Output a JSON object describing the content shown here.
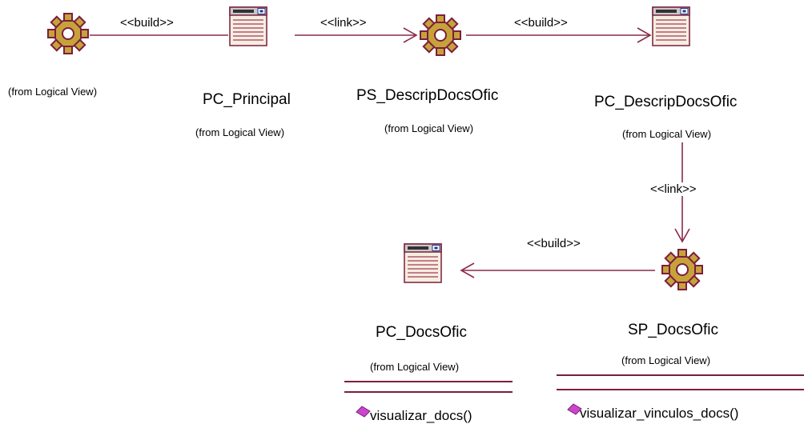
{
  "nodes": [
    {
      "id": "gear-top-left",
      "kind": "server-page",
      "name": "",
      "package": "(from Logical View)"
    },
    {
      "id": "pc-principal",
      "kind": "client-page",
      "name": "PC_Principal",
      "package": "(from Logical View)"
    },
    {
      "id": "ps-descrip",
      "kind": "server-page",
      "name": "PS_DescripDocsOfic",
      "package": "(from Logical View)"
    },
    {
      "id": "pc-descrip",
      "kind": "client-page",
      "name": "PC_DescripDocsOfic",
      "package": "(from Logical View)"
    },
    {
      "id": "pc-docsofic",
      "kind": "client-page",
      "name": "PC_DocsOfic",
      "package": "(from Logical View)",
      "operations": [
        "visualizar_docs()"
      ]
    },
    {
      "id": "sp-docsofic",
      "kind": "server-page",
      "name": "SP_DocsOfic",
      "package": "(from Logical View)",
      "operations": [
        "visualizar_vinculos_docs()"
      ]
    }
  ],
  "edges": [
    {
      "id": "e1",
      "from": "gear-top-left",
      "to": "pc-principal",
      "label": "<<build>>"
    },
    {
      "id": "e2",
      "from": "pc-principal",
      "to": "ps-descrip",
      "label": "<<link>>"
    },
    {
      "id": "e3",
      "from": "ps-descrip",
      "to": "pc-descrip",
      "label": "<<build>>"
    },
    {
      "id": "e4",
      "from": "pc-descrip",
      "to": "sp-docsofic",
      "label": "<<link>>"
    },
    {
      "id": "e5",
      "from": "sp-docsofic",
      "to": "pc-docsofic",
      "label": "<<build>>"
    }
  ],
  "colors": {
    "line": "#8b2b4a",
    "gear_fill": "#c7a23a",
    "gear_stroke": "#7a1f3d",
    "page_fill": "#f6eedf",
    "page_line": "#a33a5a",
    "op_icon": "#cc44cc"
  }
}
